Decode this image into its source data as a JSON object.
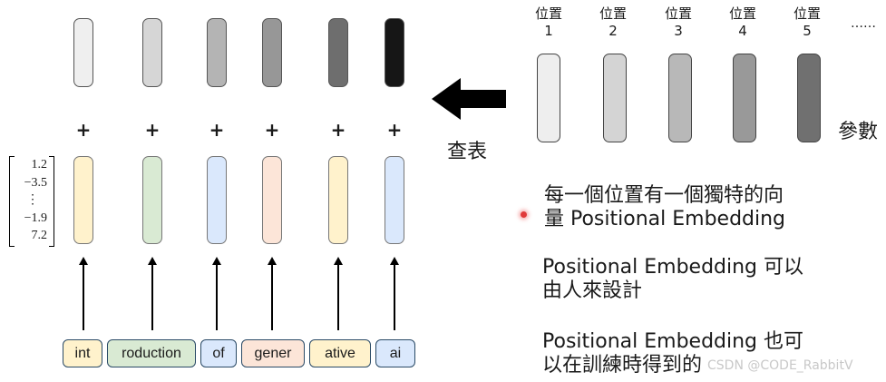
{
  "positions": [
    {
      "label": "位置",
      "num": "1"
    },
    {
      "label": "位置",
      "num": "2"
    },
    {
      "label": "位置",
      "num": "3"
    },
    {
      "label": "位置",
      "num": "4"
    },
    {
      "label": "位置",
      "num": "5"
    }
  ],
  "ellipsis": "……",
  "lookup_label": "查表",
  "params_label": "參數",
  "plus_sign": "+",
  "vector_values": [
    "1.2",
    "−3.5",
    "⋮",
    "−1.9",
    "7.2"
  ],
  "tokens": [
    "int",
    "roduction",
    "of",
    "gener",
    "ative",
    "ai"
  ],
  "notes": {
    "line1a": "每一個位置有一個獨特的向",
    "line1b": "量 Positional Embedding",
    "line2a": "Positional Embedding 可以",
    "line2b": "由人來設計",
    "line3a": "Positional Embedding 也可",
    "line3b": "以在訓練時得到的"
  },
  "watermark": "CSDN @CODE_RabbitV",
  "colors": {
    "token_bg": [
      "#fff2cc",
      "#d9ead3",
      "#dae8fc",
      "#fce5d8",
      "#fff2cc",
      "#dae8fc"
    ],
    "pos_gray": [
      "#efefef",
      "#d6d6d6",
      "#b4b4b4",
      "#979797",
      "#6e6e6e",
      "#161616"
    ],
    "table_gray": [
      "#eeeeee",
      "#d4d4d4",
      "#b8b8b8",
      "#999999",
      "#707070"
    ],
    "dot": "#e03a3a"
  }
}
